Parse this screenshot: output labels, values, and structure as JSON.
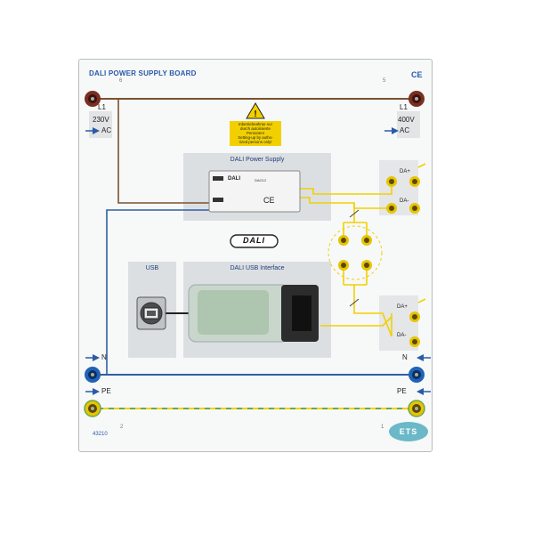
{
  "board": {
    "title": "DALI POWER SUPPLY BOARD",
    "ce_mark": "CE",
    "part_number": "43210",
    "logo_text": "ETS",
    "corner_marks": [
      "6",
      "5",
      "2",
      "1"
    ]
  },
  "terminals": {
    "left_l1": "L1",
    "left_voltage": "230V",
    "left_ac": "AC",
    "right_l1": "L1",
    "right_voltage": "400V",
    "right_ac": "AC",
    "left_n": "N",
    "right_n": "N",
    "left_pe": "PE",
    "right_pe": "PE"
  },
  "warning": {
    "line1": "Inbetriebnahme nur",
    "line2": "durch autorisierte",
    "line3": "Personen!",
    "line4": "Setting-up by autho-",
    "line5": "rized persons only!"
  },
  "power_supply": {
    "heading": "DALI Power Supply",
    "module_label": "DALI",
    "module_code": "DAG12"
  },
  "dali_logo": "DALI",
  "usb": {
    "heading": "USB"
  },
  "usb_interface": {
    "heading": "DALI USB Interface"
  },
  "dali_outputs": {
    "top_plus": "DA+",
    "top_minus": "DA-",
    "bottom_plus": "DA+",
    "bottom_minus": "DA-"
  },
  "colors": {
    "l1_wire": "#7a5230",
    "n_wire": "#2f5fa6",
    "dali_wire": "#f2d000",
    "pe_green": "#6aa84f",
    "socket_brown": "#7a2e22",
    "socket_blue": "#1f63b8",
    "socket_yellow": "#e8c400",
    "accent_blue": "#2a5aa8"
  }
}
